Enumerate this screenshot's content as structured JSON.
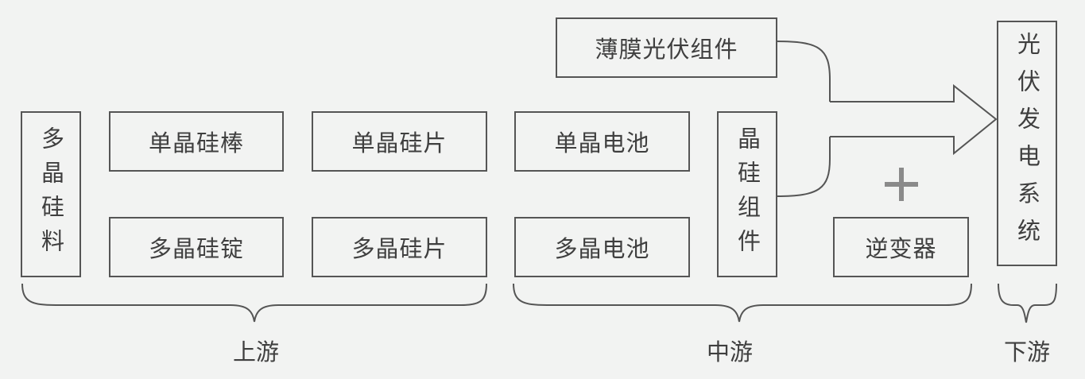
{
  "diagram": {
    "upstream": {
      "polysilicon_material": "多晶硅料",
      "mono_ingot": "单晶硅棒",
      "poly_ingot": "多晶硅锭",
      "mono_wafer": "单晶硅片",
      "poly_wafer": "多晶硅片",
      "stage_label": "上游"
    },
    "midstream": {
      "thin_film_module": "薄膜光伏组件",
      "mono_cell": "单晶电池",
      "poly_cell": "多晶电池",
      "crystalline_module": "晶硅组件",
      "inverter": "逆变器",
      "stage_label": "中游"
    },
    "downstream": {
      "pv_system": "光伏发电系统",
      "stage_label": "下游"
    },
    "colors": {
      "background": "#f2f3f2",
      "stroke": "#555555",
      "text": "#3f3f3f",
      "plus": "#8a8a8a"
    }
  }
}
